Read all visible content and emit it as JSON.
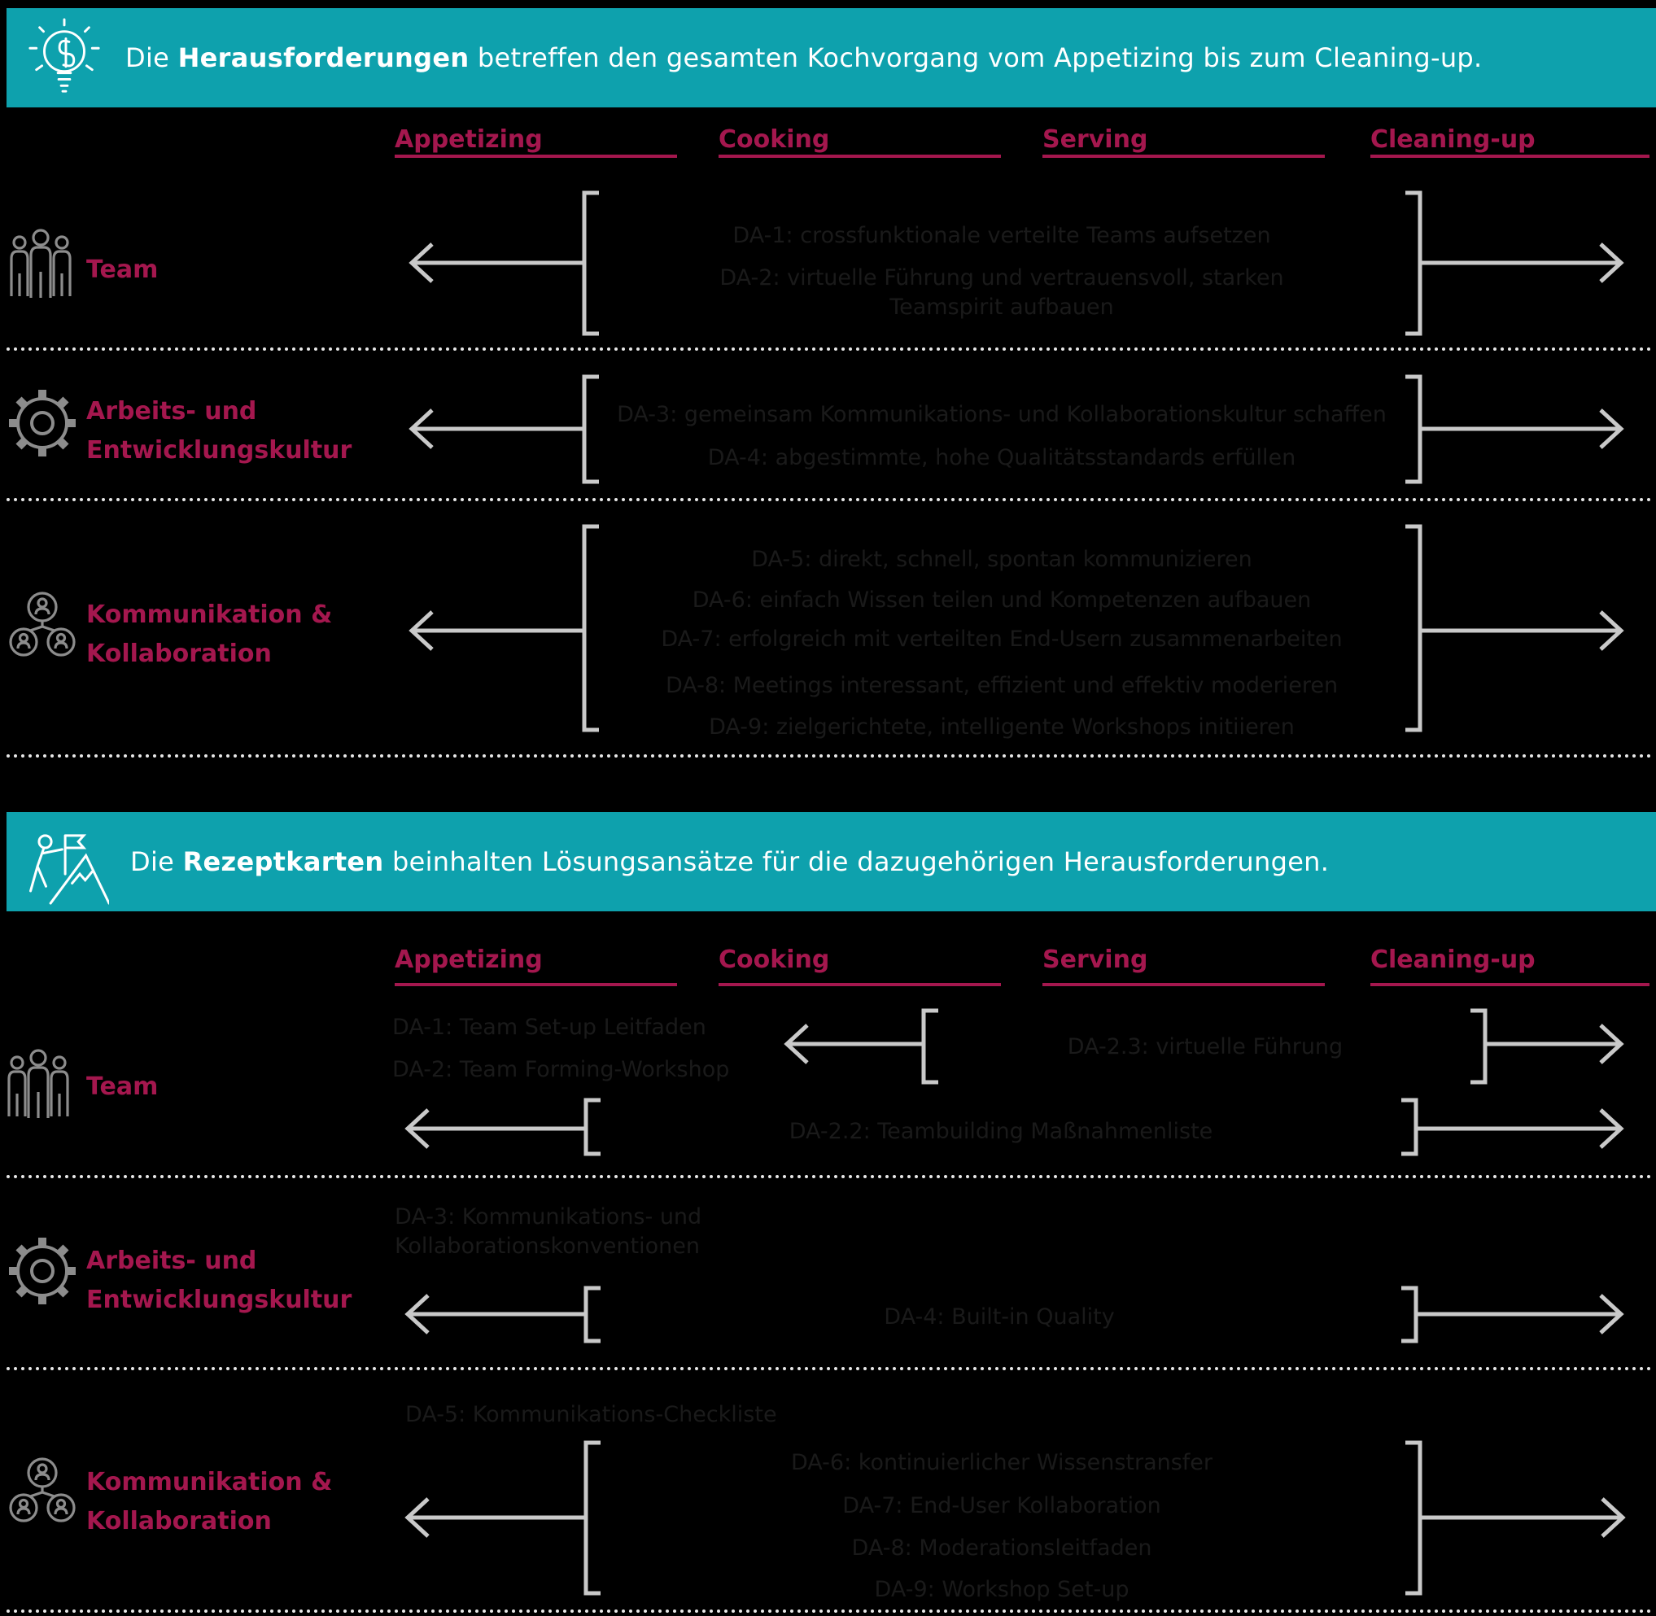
{
  "colors": {
    "teal_banner": "#0EA1AD",
    "crimson_accent": "#A4174E",
    "content_text": "#1A1A1A",
    "connector_gray": "#C9C9C9",
    "icon_gray": "#8C8C8C",
    "banner_text": "#FFFFFF",
    "background": "#000000"
  },
  "banner1": {
    "icon": "idea-lightbulb-icon",
    "prefix": "Die ",
    "bold": "Herausforderungen",
    "suffix": " betreffen den gesamten Kochvorgang vom Appetizing bis zum Cleaning-up."
  },
  "banner2": {
    "icon": "mountain-flag-icon",
    "prefix": "Die ",
    "bold": "Rezeptkarten",
    "suffix": " beinhalten Lösungsansätze für die dazugehörigen Herausforderungen."
  },
  "phases": [
    "Appetizing",
    "Cooking",
    "Serving",
    "Cleaning-up"
  ],
  "sections": {
    "challenges": {
      "rows": [
        {
          "icon": "team-icon",
          "label_lines": [
            "Team"
          ],
          "items": [
            "DA-1: crossfunktionale verteilte Teams aufsetzen",
            "DA-2: virtuelle Führung und vertrauensvoll, starken Teamspirit aufbauen"
          ]
        },
        {
          "icon": "gear-icon",
          "label_lines": [
            "Arbeits- und",
            "Entwicklungskultur"
          ],
          "items": [
            "DA-3: gemeinsam Kommunikations- und Kollaborationskultur schaffen",
            "DA-4: abgestimmte, hohe Qualitätsstandards erfüllen"
          ]
        },
        {
          "icon": "people-network-icon",
          "label_lines": [
            "Kommunikation &",
            "Kollaboration"
          ],
          "items": [
            "DA-5: direkt, schnell, spontan kommunizieren",
            "DA-6: einfach Wissen teilen und Kompetenzen aufbauen",
            "DA-7: erfolgreich mit verteilten End-Usern zusammenarbeiten",
            "DA-8: Meetings interessant, effizient und effektiv moderieren",
            "DA-9: zielgerichtete, intelligente Workshops initiieren"
          ]
        }
      ]
    },
    "recipes": {
      "rows": [
        {
          "icon": "team-icon",
          "label_lines": [
            "Team"
          ],
          "items": [
            "DA-1: Team Set-up Leitfaden",
            "DA-2: Team Forming-Workshop",
            "DA-2.3: virtuelle Führung",
            "DA-2.2: Teambuilding Maßnahmenliste"
          ]
        },
        {
          "icon": "gear-icon",
          "label_lines": [
            "Arbeits- und",
            "Entwicklungskultur"
          ],
          "items": [
            "DA-3: Kommunikations- und Kollaborationskonventionen",
            "DA-4: Built-in Quality"
          ]
        },
        {
          "icon": "people-network-icon",
          "label_lines": [
            "Kommunikation &",
            "Kollaboration"
          ],
          "items": [
            "DA-5: Kommunikations-Checkliste",
            "DA-6: kontinuierlicher Wissenstransfer",
            "DA-7: End-User Kollaboration",
            "DA-8: Moderationsleitfaden",
            "DA-9: Workshop Set-up"
          ]
        }
      ]
    }
  }
}
